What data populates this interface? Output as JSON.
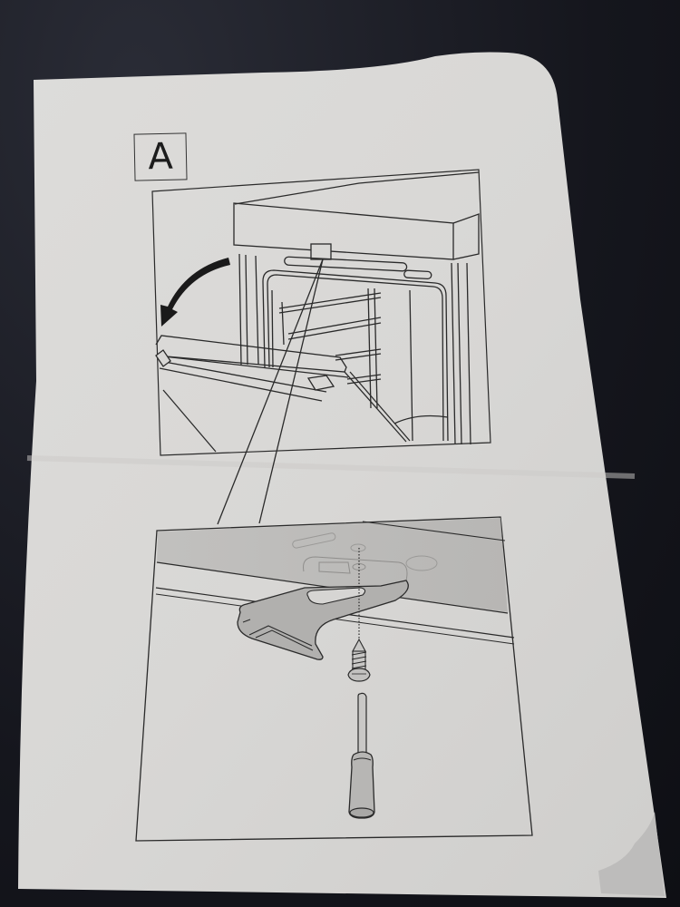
{
  "document": {
    "type": "instruction-sheet",
    "step_label": "A",
    "panels": [
      {
        "id": "top",
        "depicts": "oven door being tilted down and removed from open oven cavity with racks",
        "icons": [
          "curved-arrow-icon"
        ]
      },
      {
        "id": "bottom",
        "depicts": "close-up of hinge bracket with screw being removed by screwdriver",
        "icons": [
          "bracket-icon",
          "screw-icon",
          "screwdriver-icon"
        ]
      }
    ]
  },
  "colors": {
    "paper": "#d9d8d6",
    "paper_shadow": "#c7c6c4",
    "line": "#2a2a2a",
    "shaded_part": "#b8b7b5",
    "background": "#1b1d26"
  }
}
